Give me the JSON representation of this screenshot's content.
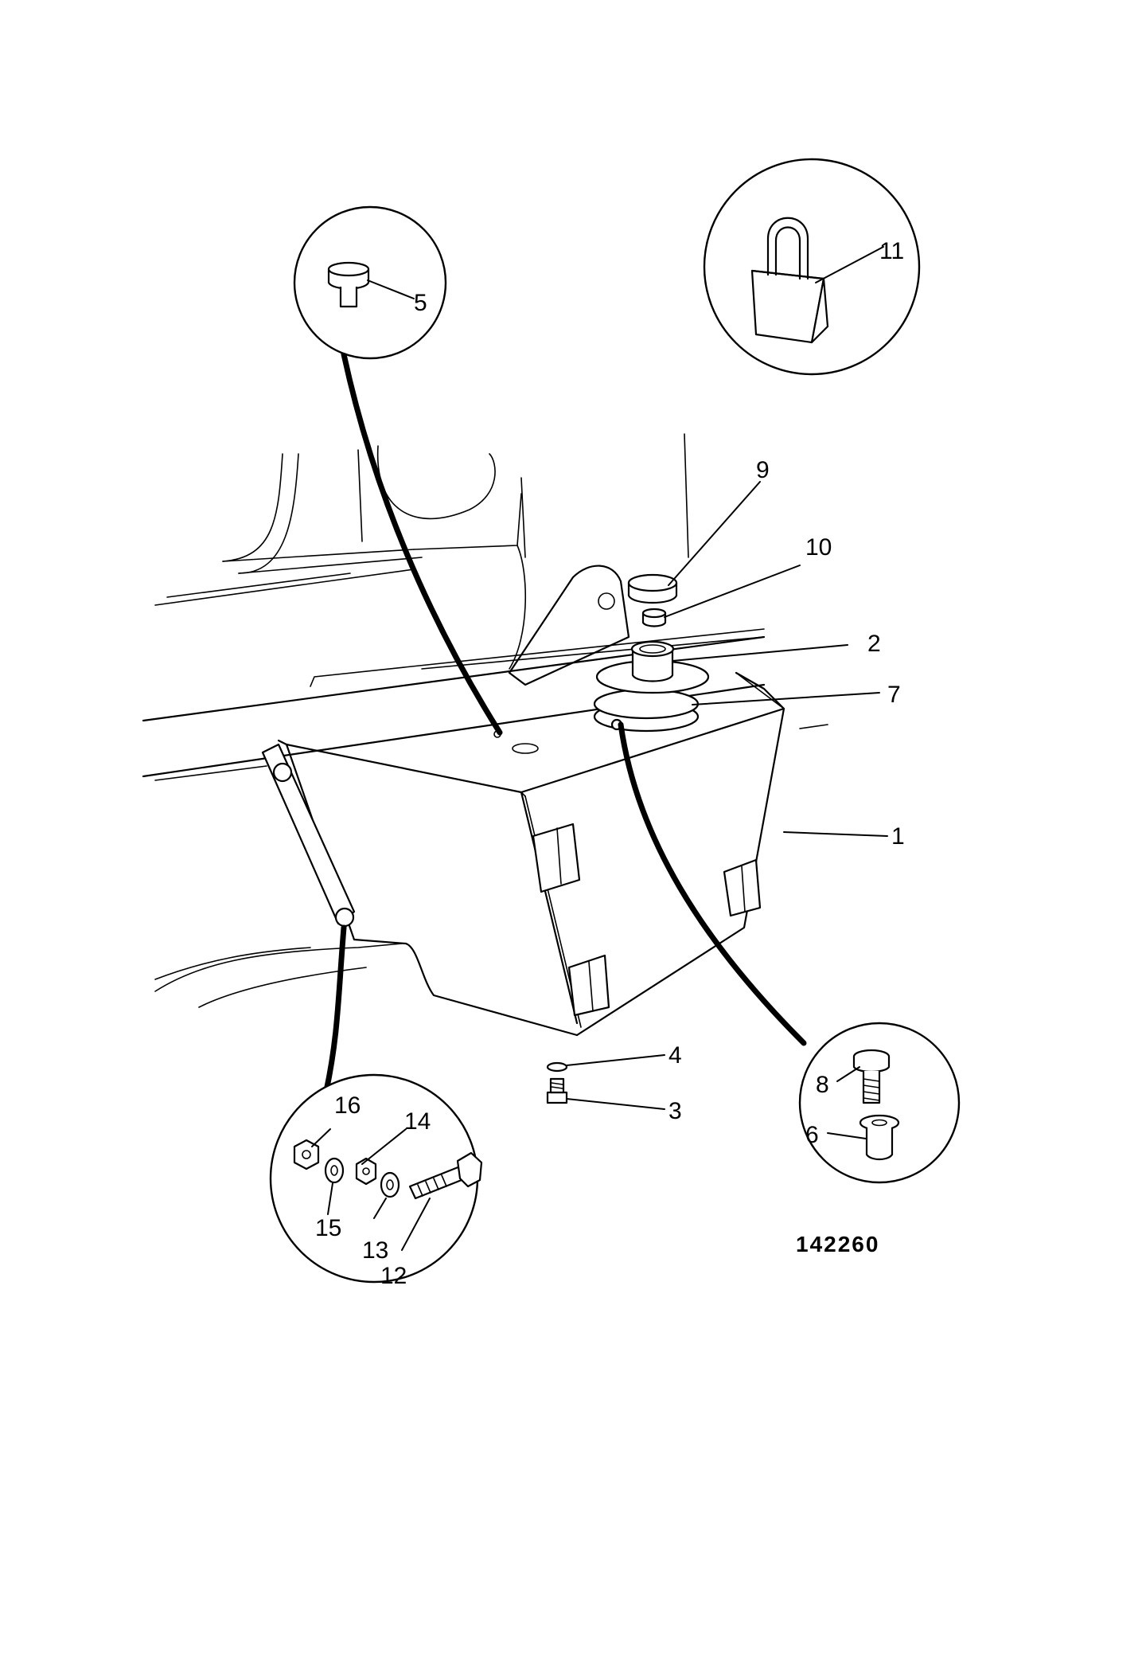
{
  "figure": {
    "number": "142260",
    "labels": [
      {
        "id": "1",
        "text": "1"
      },
      {
        "id": "2",
        "text": "2"
      },
      {
        "id": "3",
        "text": "3"
      },
      {
        "id": "4",
        "text": "4"
      },
      {
        "id": "5",
        "text": "5"
      },
      {
        "id": "6",
        "text": "6"
      },
      {
        "id": "7",
        "text": "7"
      },
      {
        "id": "8",
        "text": "8"
      },
      {
        "id": "9",
        "text": "9"
      },
      {
        "id": "10",
        "text": "10"
      },
      {
        "id": "11",
        "text": "11"
      },
      {
        "id": "12",
        "text": "12"
      },
      {
        "id": "13",
        "text": "13"
      },
      {
        "id": "14",
        "text": "14"
      },
      {
        "id": "15",
        "text": "15"
      },
      {
        "id": "16",
        "text": "16"
      }
    ]
  }
}
